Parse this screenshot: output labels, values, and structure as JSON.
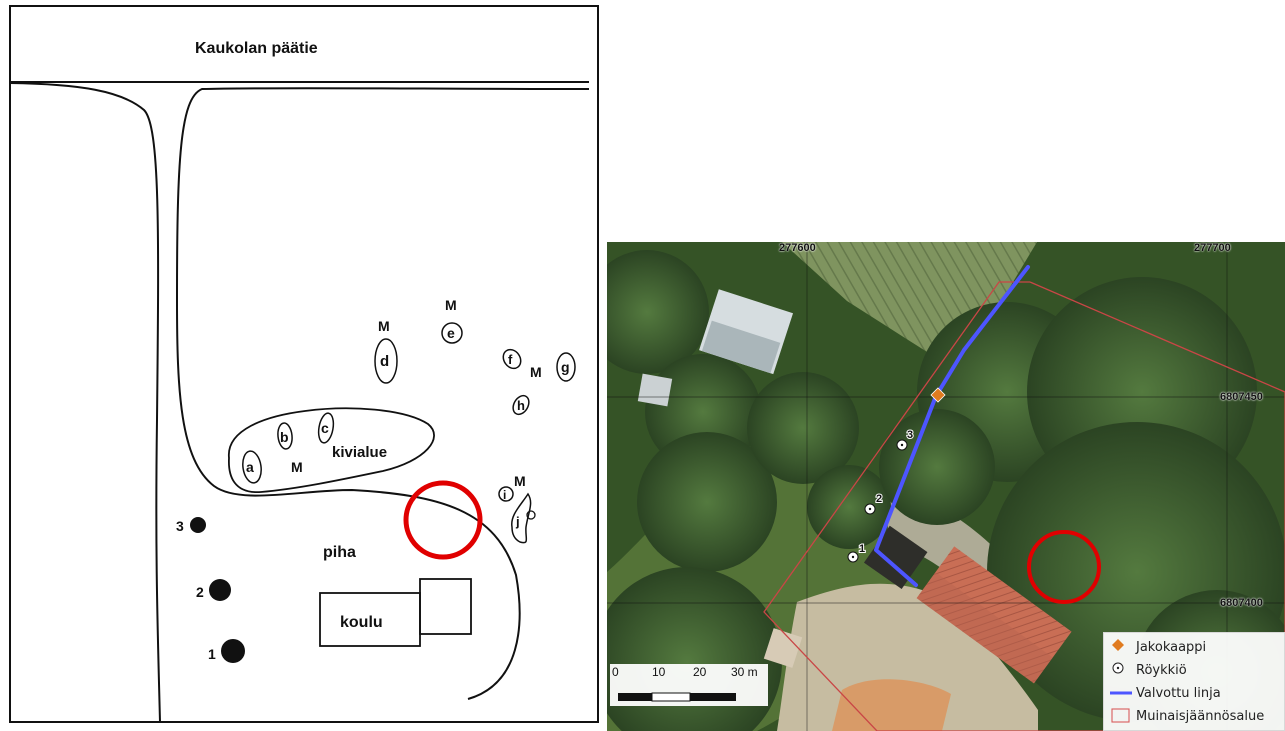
{
  "sketch_map": {
    "labels": {
      "road": "Kaukolan päätie",
      "stone_area": "kivialue",
      "yard": "piha",
      "school": "koulu"
    },
    "site_letters": [
      "a",
      "b",
      "c",
      "d",
      "e",
      "f",
      "g",
      "h",
      "i",
      "j"
    ],
    "m_marks": [
      "M",
      "M",
      "M",
      "M",
      "M"
    ],
    "cairn_numbers": [
      "3",
      "2",
      "1"
    ]
  },
  "aerial_map": {
    "coordinates": {
      "x_left": "277600",
      "x_right": "277700",
      "y_upper": "6807450",
      "y_lower": "6807400"
    },
    "cairn_numbers": [
      "3",
      "2",
      "1"
    ],
    "scale": {
      "ticks": [
        "0",
        "10",
        "20",
        "30 m"
      ]
    },
    "legend": {
      "items": [
        {
          "label": "Jakokaappi",
          "icon": "diamond",
          "color": "#e07b1f"
        },
        {
          "label": "Röykkiö",
          "icon": "dotted-circle",
          "color": "#222222"
        },
        {
          "label": "Valvottu linja",
          "icon": "blue-line",
          "color": "#4d55ff"
        },
        {
          "label": "Muinaisjäännösalue",
          "icon": "red-outline-box",
          "color": "#d95c5c"
        }
      ]
    }
  },
  "highlight_color": "#e00000"
}
